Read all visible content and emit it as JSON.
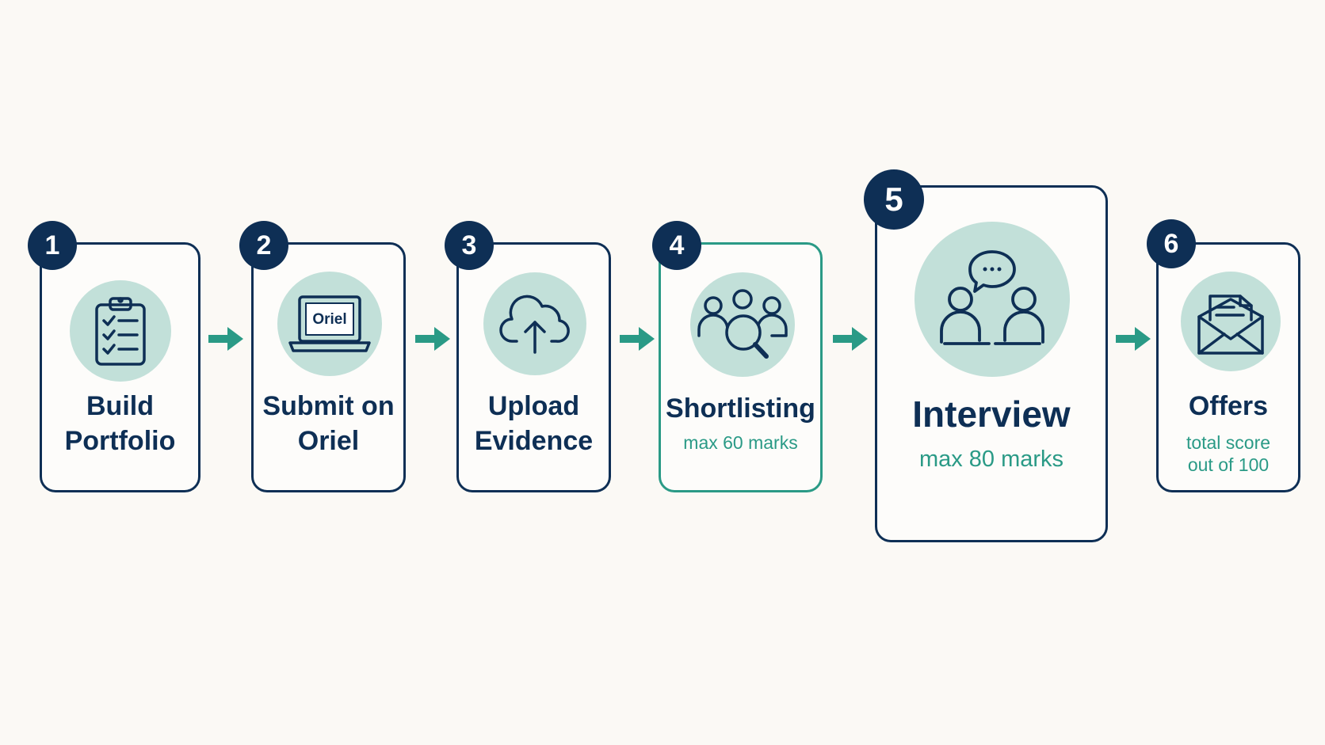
{
  "steps": [
    {
      "number": "1",
      "title_line1": "Build",
      "title_line2": "Portfolio",
      "icon": "clipboard-checklist-icon"
    },
    {
      "number": "2",
      "title_line1": "Submit on",
      "title_line2": "Oriel",
      "icon": "laptop-icon",
      "icon_label": "Oriel"
    },
    {
      "number": "3",
      "title_line1": "Upload",
      "title_line2": "Evidence",
      "icon": "cloud-upload-icon"
    },
    {
      "number": "4",
      "title": "Shortlisting",
      "subtitle": "max 60 marks",
      "icon": "people-search-icon"
    },
    {
      "number": "5",
      "title": "Interview",
      "subtitle": "max 80 marks",
      "icon": "interview-chat-icon"
    },
    {
      "number": "6",
      "title": "Offers",
      "subtitle_line1": "total score",
      "subtitle_line2": "out of 100",
      "icon": "envelope-letter-icon"
    }
  ],
  "colors": {
    "navy": "#0e2f55",
    "teal": "#2a9a86",
    "icon_bg": "#c2e0d9",
    "background": "#fbf9f5"
  }
}
